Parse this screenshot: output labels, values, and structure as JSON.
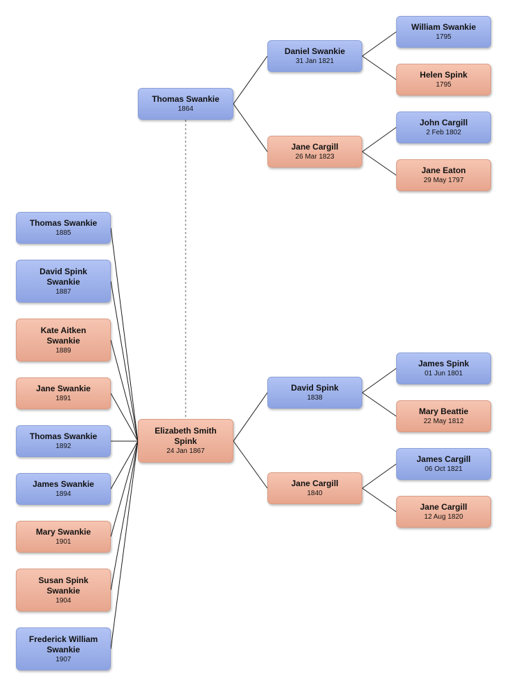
{
  "colors": {
    "male": "#9fb3ec",
    "female": "#f0b49e",
    "line": "#1a1a1a",
    "spouse_link": "#777777"
  },
  "people": {
    "thomas_1864": {
      "name": "Thomas Swankie",
      "date": "1864",
      "sex": "male"
    },
    "daniel": {
      "name": "Daniel Swankie",
      "date": "31 Jan 1821",
      "sex": "male"
    },
    "william": {
      "name": "William Swankie",
      "date": "1795",
      "sex": "male"
    },
    "helen": {
      "name": "Helen Spink",
      "date": "1795",
      "sex": "female"
    },
    "jane_cargill_1823": {
      "name": "Jane Cargill",
      "date": "26 Mar 1823",
      "sex": "female"
    },
    "john_cargill": {
      "name": "John Cargill",
      "date": "2 Feb 1802",
      "sex": "male"
    },
    "jane_eaton": {
      "name": "Jane Eaton",
      "date": "29 May 1797",
      "sex": "female"
    },
    "elizabeth": {
      "name": "Elizabeth Smith Spink",
      "date": "24 Jan 1867",
      "sex": "female"
    },
    "david_spink": {
      "name": "David Spink",
      "date": "1838",
      "sex": "male"
    },
    "james_spink": {
      "name": "James Spink",
      "date": "01 Jun 1801",
      "sex": "male"
    },
    "mary_beattie": {
      "name": "Mary Beattie",
      "date": "22 May 1812",
      "sex": "female"
    },
    "jane_cargill_1840": {
      "name": "Jane Cargill",
      "date": "1840",
      "sex": "female"
    },
    "james_cargill": {
      "name": "James Cargill",
      "date": "06 Oct 1821",
      "sex": "male"
    },
    "jane_cargill_1820": {
      "name": "Jane Cargill",
      "date": "12 Aug 1820",
      "sex": "female"
    },
    "child_thomas_1885": {
      "name": "Thomas Swankie",
      "date": "1885",
      "sex": "male"
    },
    "child_david_1887": {
      "name": "David Spink Swankie",
      "date": "1887",
      "sex": "male"
    },
    "child_kate_1889": {
      "name": "Kate Aitken Swankie",
      "date": "1889",
      "sex": "female"
    },
    "child_jane_1891": {
      "name": "Jane Swankie",
      "date": "1891",
      "sex": "female"
    },
    "child_thomas_1892": {
      "name": "Thomas Swankie",
      "date": "1892",
      "sex": "male"
    },
    "child_james_1894": {
      "name": "James Swankie",
      "date": "1894",
      "sex": "male"
    },
    "child_mary_1901": {
      "name": "Mary Swankie",
      "date": "1901",
      "sex": "female"
    },
    "child_susan_1904": {
      "name": "Susan Spink Swankie",
      "date": "1904",
      "sex": "female"
    },
    "child_frederick_1907": {
      "name": "Frederick William Swankie",
      "date": "1907",
      "sex": "male"
    }
  }
}
